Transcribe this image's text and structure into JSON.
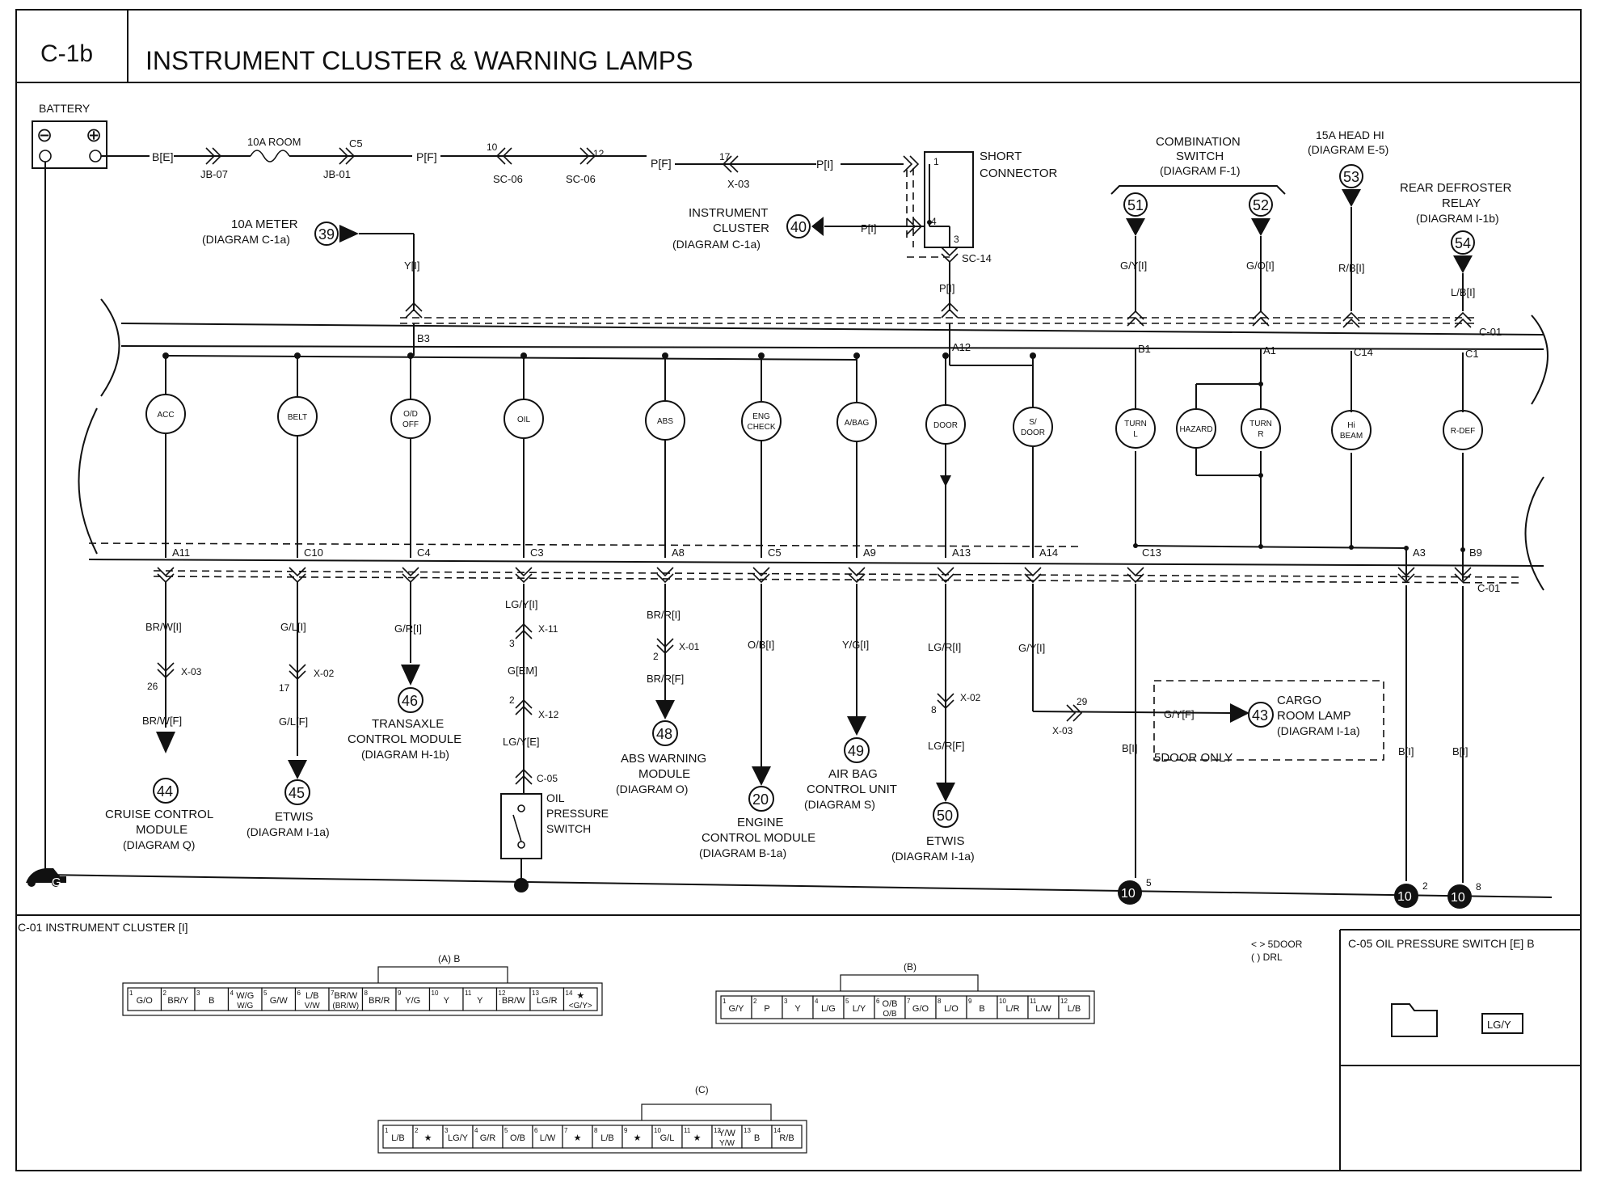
{
  "header": {
    "code": "C-1b",
    "title": "INSTRUMENT CLUSTER & WARNING LAMPS"
  },
  "power": {
    "battery": "BATTERY",
    "neg": "⊖",
    "pos": "⊕",
    "w1": "B[E]",
    "fuse": "10A ROOM",
    "jb07": "JB-07",
    "jb01": "JB-01",
    "c5": "C5",
    "w2": "P[F]",
    "p10": "10",
    "p12": "12",
    "sc06a": "SC-06",
    "sc06b": "SC-06",
    "w3": "P[F]",
    "p17": "17",
    "x03": "X-03",
    "w4": "P[I]",
    "short1": "SHORT",
    "short2": "CONNECTOR",
    "sc_p1": "1",
    "sc_p4": "4",
    "sc_p3": "3",
    "sc14": "SC-14",
    "ic1": "INSTRUMENT",
    "ic2": "CLUSTER",
    "ic3": "(DIAGRAM  C-1a)",
    "ic_n": "40",
    "w_ic": "P[I]",
    "w_sc": "P[I]",
    "a12": "A12"
  },
  "meter": {
    "l1": "10A METER",
    "l2": "(DIAGRAM  C-1a)",
    "num": "39",
    "wire": "Y[I]",
    "pin": "B3"
  },
  "top_right": {
    "cs1": "COMBINATION",
    "cs2": "SWITCH",
    "cs3": "(DIAGRAM F-1)",
    "n51": "51",
    "n52": "52",
    "w51": "G/Y[I]",
    "w52": "G/O[I]",
    "p51": "B1",
    "p52": "A1",
    "hh1": "15A HEAD HI",
    "hh2": "(DIAGRAM E-5)",
    "n53": "53",
    "w53": "R/B[I]",
    "p53": "C14",
    "rd1": "REAR DEFROSTER",
    "rd2": "RELAY",
    "rd3": "(DIAGRAM  I-1b)",
    "n54": "54",
    "w54": "L/B[I]",
    "p54": "C1",
    "c01": "C-01"
  },
  "lamps": [
    {
      "l1": "ACC",
      "l2": ""
    },
    {
      "l1": "BELT",
      "l2": ""
    },
    {
      "l1": "O/D",
      "l2": "OFF"
    },
    {
      "l1": "OIL",
      "l2": ""
    },
    {
      "l1": "ABS",
      "l2": ""
    },
    {
      "l1": "ENG",
      "l2": "CHECK"
    },
    {
      "l1": "A/BAG",
      "l2": ""
    },
    {
      "l1": "DOOR",
      "l2": ""
    },
    {
      "l1": "S/",
      "l2": "DOOR"
    },
    {
      "l1": "TURN",
      "l2": "L"
    },
    {
      "l1": "HAZARD",
      "l2": ""
    },
    {
      "l1": "TURN",
      "l2": "R"
    },
    {
      "l1": "Hi",
      "l2": "BEAM"
    },
    {
      "l1": "R-DEF",
      "l2": ""
    }
  ],
  "bottom_pins": [
    "A11",
    "C10",
    "C4",
    "C3",
    "A8",
    "C5",
    "A9",
    "A13",
    "A14",
    "C13",
    "A3",
    "B9"
  ],
  "bottom_c01": "C-01",
  "lower": {
    "acc_w1": "BR/W[I]",
    "acc_x": "X-03",
    "acc_p": "26",
    "acc_w2": "BR/W[F]",
    "acc_n": "44",
    "acc_d1": "CRUISE CONTROL",
    "acc_d2": "MODULE",
    "acc_d3": "(DIAGRAM Q)",
    "belt_w1": "G/L[I]",
    "belt_x": "X-02",
    "belt_p": "17",
    "belt_w2": "G/L[F]",
    "belt_n": "45",
    "belt_d1": "ETWIS",
    "belt_d2": "(DIAGRAM  I-1a)",
    "od_w": "G/R[I]",
    "od_n": "46",
    "od_d1": "TRANSAXLE",
    "od_d2": "CONTROL MODULE",
    "od_d3": "(DIAGRAM  H-1b)",
    "oil_w1": "LG/Y[I]",
    "oil_x1": "X-11",
    "oil_p1": "3",
    "oil_w2": "G[EM]",
    "oil_p2": "2",
    "oil_x2": "X-12",
    "oil_w3": "LG/Y[E]",
    "oil_c05": "C-05",
    "oil_d1": "OIL",
    "oil_d2": "PRESSURE",
    "oil_d3": "SWITCH",
    "abs_w1": "BR/R[I]",
    "abs_p": "2",
    "abs_x": "X-01",
    "abs_w2": "BR/R[F]",
    "abs_n": "48",
    "abs_d1": "ABS WARNING",
    "abs_d2": "MODULE",
    "abs_d3": "(DIAGRAM  O)",
    "eng_w": "O/B[I]",
    "eng_n": "20",
    "eng_d1": "ENGINE",
    "eng_d2": "CONTROL MODULE",
    "eng_d3": "(DIAGRAM  B-1a)",
    "ab_w": "Y/G[I]",
    "ab_n": "49",
    "ab_d1": "AIR BAG",
    "ab_d2": "CONTROL UNIT",
    "ab_d3": "(DIAGRAM   S)",
    "door_w1": "LG/R[I]",
    "door_x": "X-02",
    "door_p": "8",
    "door_w2": "LG/R[F]",
    "door_n": "50",
    "door_d1": "ETWIS",
    "door_d2": "(DIAGRAM   I-1a)",
    "sd_w1": "G/Y[I]",
    "sd_p": "29",
    "sd_x": "X-03",
    "sd_w2": "G/Y[F]",
    "sd_n": "43",
    "sd_d1": "CARGO",
    "sd_d2": "ROOM LAMP",
    "sd_d3": "(DIAGRAM   I-1a)",
    "sd_only": "5DOOR ONLY",
    "tl_w": "B[I]",
    "a3_w": "B[I]",
    "b9_w": "B[I]",
    "g_label": "G",
    "gnd": "10",
    "gs1": "5",
    "gs2": "2",
    "gs3": "8"
  },
  "connectors": {
    "c01_title": "C-01 INSTRUMENT CLUSTER [I]",
    "legend1": "<  >  5DOOR",
    "legend2": "(   )   DRL",
    "a_label": "(A) B",
    "a_pins": [
      {
        "n": "1",
        "a": "G/O",
        "b": ""
      },
      {
        "n": "2",
        "a": "BR/Y",
        "b": ""
      },
      {
        "n": "3",
        "a": "B",
        "b": ""
      },
      {
        "n": "4",
        "a": "W/G",
        "b": "W/G"
      },
      {
        "n": "5",
        "a": "G/W",
        "b": ""
      },
      {
        "n": "6",
        "a": "L/B",
        "b": "V/W"
      },
      {
        "n": "7",
        "a": "BR/W",
        "b": "(BR/W)"
      },
      {
        "n": "8",
        "a": "BR/R",
        "b": ""
      },
      {
        "n": "9",
        "a": "Y/G",
        "b": ""
      },
      {
        "n": "10",
        "a": "Y",
        "b": ""
      },
      {
        "n": "11",
        "a": "Y",
        "b": ""
      },
      {
        "n": "12",
        "a": "BR/W",
        "b": ""
      },
      {
        "n": "13",
        "a": "LG/R",
        "b": ""
      },
      {
        "n": "14",
        "a": "★",
        "b": "<G/Y>"
      }
    ],
    "b_label": "(B)",
    "b_pins": [
      {
        "n": "1",
        "a": "G/Y",
        "b": ""
      },
      {
        "n": "2",
        "a": "P",
        "b": ""
      },
      {
        "n": "3",
        "a": "Y",
        "b": ""
      },
      {
        "n": "4",
        "a": "L/G",
        "b": ""
      },
      {
        "n": "5",
        "a": "L/Y",
        "b": ""
      },
      {
        "n": "6",
        "a": "O/B",
        "b": "O/B"
      },
      {
        "n": "7",
        "a": "G/O",
        "b": ""
      },
      {
        "n": "8",
        "a": "L/O",
        "b": ""
      },
      {
        "n": "9",
        "a": "B",
        "b": ""
      },
      {
        "n": "10",
        "a": "L/R",
        "b": ""
      },
      {
        "n": "11",
        "a": "L/W",
        "b": ""
      },
      {
        "n": "12",
        "a": "L/B",
        "b": ""
      }
    ],
    "c_label": "(C)",
    "c_pins": [
      {
        "n": "1",
        "a": "L/B",
        "b": ""
      },
      {
        "n": "2",
        "a": "★",
        "b": ""
      },
      {
        "n": "3",
        "a": "LG/Y",
        "b": ""
      },
      {
        "n": "4",
        "a": "G/R",
        "b": ""
      },
      {
        "n": "5",
        "a": "O/B",
        "b": ""
      },
      {
        "n": "6",
        "a": "L/W",
        "b": ""
      },
      {
        "n": "7",
        "a": "★",
        "b": ""
      },
      {
        "n": "8",
        "a": "L/B",
        "b": ""
      },
      {
        "n": "9",
        "a": "★",
        "b": ""
      },
      {
        "n": "10",
        "a": "G/L",
        "b": ""
      },
      {
        "n": "11",
        "a": "★",
        "b": ""
      },
      {
        "n": "12",
        "a": "Y/W",
        "b": "Y/W"
      },
      {
        "n": "13",
        "a": "B",
        "b": ""
      },
      {
        "n": "14",
        "a": "R/B",
        "b": ""
      }
    ],
    "c05_title": "C-05 OIL PRESSURE SWITCH [E] B",
    "c05_pin": "LG/Y"
  }
}
